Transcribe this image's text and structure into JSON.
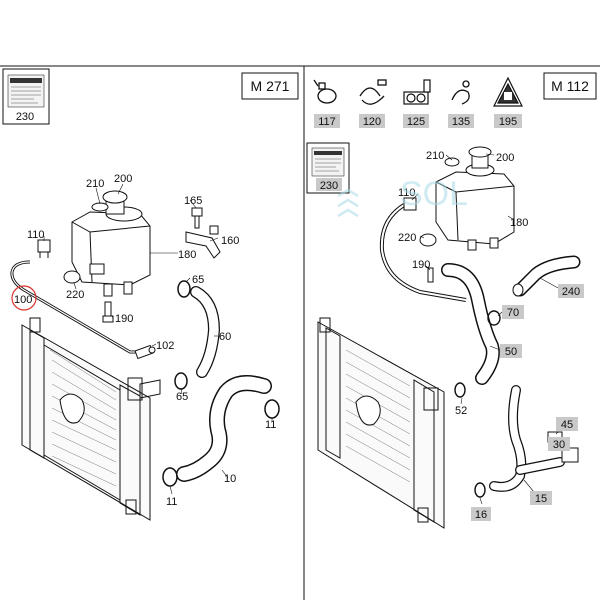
{
  "left_panel": {
    "engine": "M 271",
    "label_box": {
      "number": "230"
    },
    "parts": [
      "210",
      "200",
      "165",
      "110",
      "160",
      "180",
      "220",
      "65",
      "100",
      "190",
      "102",
      "60",
      "65",
      "11",
      "10",
      "11"
    ]
  },
  "right_panel": {
    "engine": "M 112",
    "label_box": {
      "number": "230"
    },
    "icons": [
      {
        "number": "117",
        "icon": "hose-clamp-icon"
      },
      {
        "number": "120",
        "icon": "spring-clip-icon"
      },
      {
        "number": "125",
        "icon": "bracket-clip-icon"
      },
      {
        "number": "135",
        "icon": "retaining-clip-icon"
      },
      {
        "number": "195",
        "icon": "hot-coolant-warning-icon"
      }
    ],
    "parts": [
      "210",
      "200",
      "110",
      "180",
      "220",
      "190",
      "240",
      "70",
      "50",
      "52",
      "45",
      "30",
      "15",
      "16"
    ]
  },
  "watermark": "SOL",
  "highlight_part": "100",
  "colors": {
    "line": "#111111",
    "tag_fill": "#c9c9c9",
    "highlight": "#d9302b",
    "watermark": "#a8dbe6"
  }
}
